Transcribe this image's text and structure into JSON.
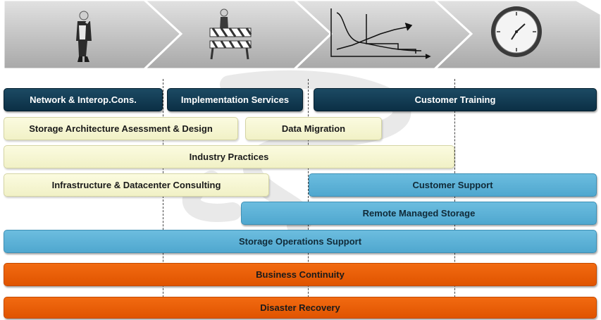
{
  "header": {
    "stages": [
      {
        "icon": "thinking-person-icon"
      },
      {
        "icon": "construction-barrier-icon"
      },
      {
        "icon": "crossing-trend-graph-icon"
      },
      {
        "icon": "clock-icon"
      }
    ]
  },
  "bars": [
    {
      "id": "network-interop-consulting",
      "label": "Network & Interop.Cons.",
      "color": "navy"
    },
    {
      "id": "implementation-services",
      "label": "Implementation Services",
      "color": "navy"
    },
    {
      "id": "customer-training",
      "label": "Customer Training",
      "color": "navy"
    },
    {
      "id": "storage-architecture-assessment",
      "label": "Storage Architecture Asessment & Design",
      "color": "cream"
    },
    {
      "id": "data-migration",
      "label": "Data Migration",
      "color": "cream"
    },
    {
      "id": "industry-practices",
      "label": "Industry Practices",
      "color": "cream"
    },
    {
      "id": "infrastructure-datacenter-consulting",
      "label": "Infrastructure & Datacenter Consulting",
      "color": "cream"
    },
    {
      "id": "customer-support",
      "label": "Customer Support",
      "color": "blue"
    },
    {
      "id": "remote-managed-storage",
      "label": "Remote Managed Storage",
      "color": "blue"
    },
    {
      "id": "storage-operations-support",
      "label": "Storage Operations Support",
      "color": "blue"
    },
    {
      "id": "business-continuity",
      "label": "Business Continuity",
      "color": "orange"
    },
    {
      "id": "disaster-recovery",
      "label": "Disaster Recovery",
      "color": "orange"
    }
  ],
  "colors": {
    "chevron_top": "#d9d9d9",
    "chevron_bottom": "#a9a9a9",
    "navy": "#0f3a52",
    "cream": "#f6f6d4",
    "blue": "#5aafd6",
    "orange": "#e85d04"
  }
}
